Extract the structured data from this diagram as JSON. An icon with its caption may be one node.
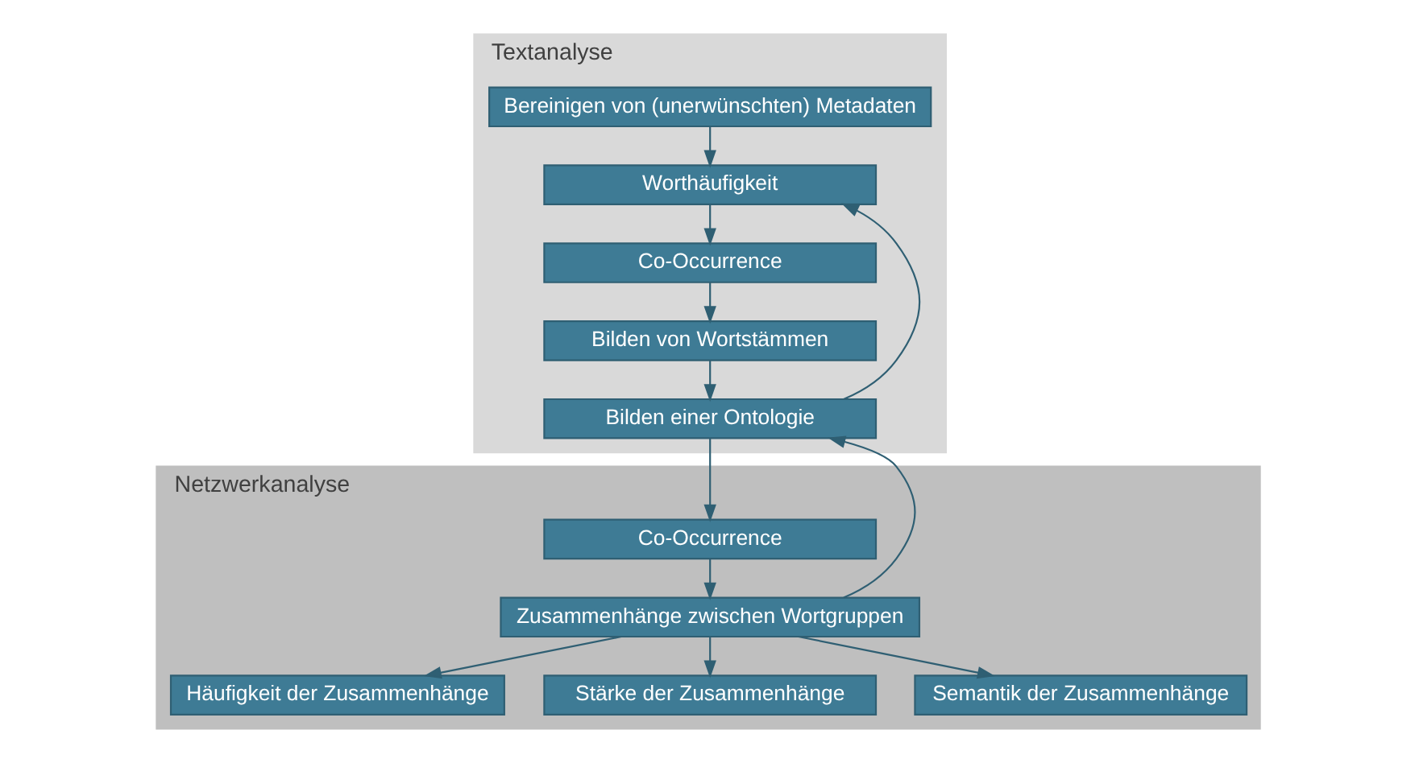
{
  "diagram": {
    "nodes": [
      {
        "text": [
          "Textanalyse"
        ]
      },
      {
        "text": [
          "Bereinigen von (unerwünschten) Metadaten"
        ],
        "in": 0
      },
      {
        "text": [
          "Worthäufigkeit"
        ],
        "in": 0
      },
      {
        "text": [
          "Co-Occurrence"
        ],
        "in": 0
      },
      {
        "text": [
          "Bilden von Wortstämmen"
        ],
        "in": 0
      },
      {
        "text": [
          "Bilden einer Ontologie"
        ],
        "in": 0
      },
      {
        "text": [
          "Netzwerkanalyse"
        ]
      },
      {
        "text": [
          "Co-Occurrence"
        ],
        "in": 6
      },
      {
        "text": [
          "Zusammenhänge zwischen Wortgruppen"
        ],
        "in": 6
      },
      {
        "text": [
          "Häufigkeit der Zusammenhänge"
        ],
        "in": 6
      },
      {
        "text": [
          "Stärke der Zusammenhänge"
        ],
        "in": 6
      },
      {
        "text": [
          "Semantik der Zusammenhänge"
        ],
        "in": 6
      }
    ],
    "edges": [
      {
        "from": 1,
        "to": 2,
        "arrow": "to"
      },
      {
        "from": 2,
        "to": 3,
        "arrow": "to"
      },
      {
        "from": 3,
        "to": 4,
        "arrow": "to"
      },
      {
        "from": 4,
        "to": 5,
        "arrow": "to"
      },
      {
        "from": 5,
        "to": 2,
        "arrow": "to"
      },
      {
        "from": 5,
        "to": 7,
        "arrow": "to"
      },
      {
        "from": 7,
        "to": 8,
        "arrow": "to"
      },
      {
        "from": 8,
        "to": 5,
        "arrow": "to"
      },
      {
        "from": 8,
        "to": 9,
        "arrow": "to"
      },
      {
        "from": 8,
        "to": 10,
        "arrow": "to"
      },
      {
        "from": 8,
        "to": 11,
        "arrow": "to"
      }
    ]
  }
}
